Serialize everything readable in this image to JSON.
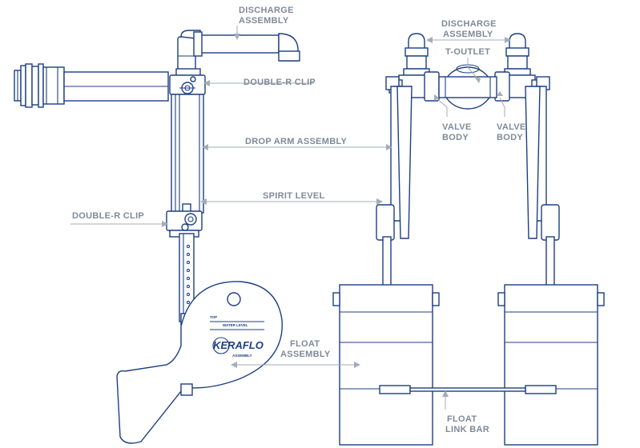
{
  "colors": {
    "outline": "#1d3f82",
    "label": "#7f8a98",
    "leader": "#a4adb8",
    "background": "#ffffff"
  },
  "labels": {
    "discharge_left": [
      "DISCHARGE",
      "ASSEMBLY"
    ],
    "discharge_right": [
      "DISCHARGE",
      "ASSEMBLY"
    ],
    "t_outlet": "T-OUTLET",
    "double_r_clip_top": "DOUBLE-R CLIP",
    "double_r_clip_bottom": "DOUBLE-R CLIP",
    "drop_arm": "DROP ARM ASSEMBLY",
    "spirit_level": "SPIRIT LEVEL",
    "valve_body_left": [
      "VALVE",
      "BODY"
    ],
    "valve_body_right": [
      "VALVE",
      "BODY"
    ],
    "float_assembly": [
      "FLOAT",
      "ASSEMBLY"
    ],
    "float_link_bar": [
      "FLOAT",
      "LINK BAR"
    ]
  },
  "float_plate": {
    "top": "TOP",
    "water_level": "WATER LEVEL",
    "brand": "KERAFLO",
    "sub": "ASSEMBLY"
  }
}
